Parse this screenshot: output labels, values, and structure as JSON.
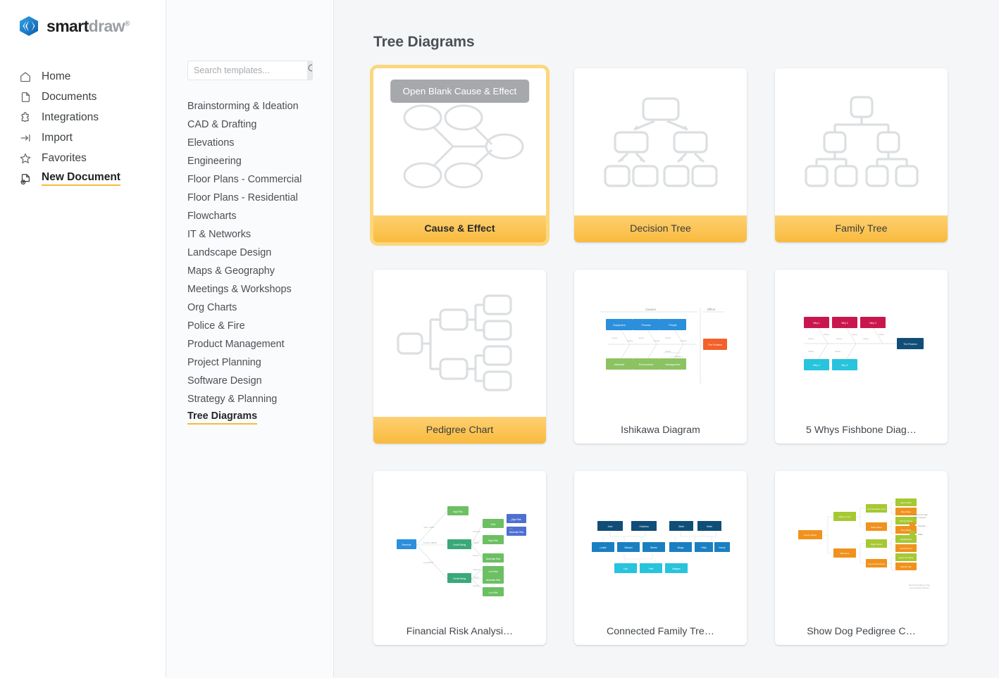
{
  "brand": {
    "smart": "smart",
    "draw": "draw",
    "tm": "®",
    "logo_icon": "smartdraw-logo"
  },
  "nav": {
    "items": [
      {
        "label": "Home",
        "icon": "home-icon",
        "active": false
      },
      {
        "label": "Documents",
        "icon": "document-icon",
        "active": false
      },
      {
        "label": "Integrations",
        "icon": "puzzle-icon",
        "active": false
      },
      {
        "label": "Import",
        "icon": "import-arrow-icon",
        "active": false
      },
      {
        "label": "Favorites",
        "icon": "star-icon",
        "active": false
      },
      {
        "label": "New Document",
        "icon": "new-document-icon",
        "active": true
      }
    ]
  },
  "search": {
    "value": "",
    "placeholder": "Search templates...",
    "icon": "search-icon"
  },
  "categories": [
    {
      "label": "Brainstorming & Ideation",
      "active": false
    },
    {
      "label": "CAD & Drafting",
      "active": false
    },
    {
      "label": "Elevations",
      "active": false
    },
    {
      "label": "Engineering",
      "active": false
    },
    {
      "label": "Floor Plans - Commercial",
      "active": false
    },
    {
      "label": "Floor Plans - Residential",
      "active": false
    },
    {
      "label": "Flowcharts",
      "active": false
    },
    {
      "label": "IT & Networks",
      "active": false
    },
    {
      "label": "Landscape Design",
      "active": false
    },
    {
      "label": "Maps & Geography",
      "active": false
    },
    {
      "label": "Meetings & Workshops",
      "active": false
    },
    {
      "label": "Org Charts",
      "active": false
    },
    {
      "label": "Police & Fire",
      "active": false
    },
    {
      "label": "Product Management",
      "active": false
    },
    {
      "label": "Project Planning",
      "active": false
    },
    {
      "label": "Software Design",
      "active": false
    },
    {
      "label": "Strategy & Planning",
      "active": false
    },
    {
      "label": "Tree Diagrams",
      "active": true
    }
  ],
  "main": {
    "title": "Tree Diagrams",
    "cards": [
      {
        "label": "Cause & Effect",
        "thumb": "cause-effect-wireframe",
        "highlighted": true,
        "selected": true,
        "overlay_button": "Open Blank Cause & Effect"
      },
      {
        "label": "Decision Tree",
        "thumb": "decision-tree-wireframe",
        "highlighted": true,
        "selected": false,
        "overlay_button": null
      },
      {
        "label": "Family Tree",
        "thumb": "family-tree-wireframe",
        "highlighted": true,
        "selected": false,
        "overlay_button": null
      },
      {
        "label": "Pedigree Chart",
        "thumb": "pedigree-chart-wireframe",
        "highlighted": true,
        "selected": false,
        "overlay_button": null
      },
      {
        "label": "Ishikawa Diagram",
        "thumb": "ishikawa-preview",
        "highlighted": false,
        "selected": false,
        "overlay_button": null
      },
      {
        "label": "5 Whys Fishbone Diag…",
        "thumb": "five-whys-preview",
        "highlighted": false,
        "selected": false,
        "overlay_button": null
      },
      {
        "label": "Financial Risk Analysi…",
        "thumb": "financial-risk-preview",
        "highlighted": false,
        "selected": false,
        "overlay_button": null
      },
      {
        "label": "Connected Family Tre…",
        "thumb": "connected-family-preview",
        "highlighted": false,
        "selected": false,
        "overlay_button": null
      },
      {
        "label": "Show Dog Pedigree C…",
        "thumb": "show-dog-pedigree-preview",
        "highlighted": false,
        "selected": false,
        "overlay_button": null
      }
    ]
  },
  "colors": {
    "accent_yellow": "#f9b93a",
    "caption_gradient_top": "#fdd071",
    "caption_gradient_bottom": "#f9ba3d",
    "wire_gray": "#dcdfe1",
    "overlay_gray": "#a6a8ab",
    "ishikawa_blue": "#2b8fdb",
    "ishikawa_green": "#8cc262",
    "ishikawa_orange": "#f4602a",
    "fivewhys_crimson": "#c9174e",
    "fivewhys_cyan": "#28c3dd",
    "fivewhys_navy": "#104e78",
    "financial_blue": "#2b8fdb",
    "financial_teal": "#3aa87a",
    "financial_green": "#6cbf63",
    "financial_indigo": "#4d6fd4",
    "family_navy": "#104e78",
    "family_blue": "#1a7fc1",
    "family_cyan": "#28c3dd",
    "pedigree_orange": "#f0921e",
    "pedigree_lime": "#a6c832"
  }
}
